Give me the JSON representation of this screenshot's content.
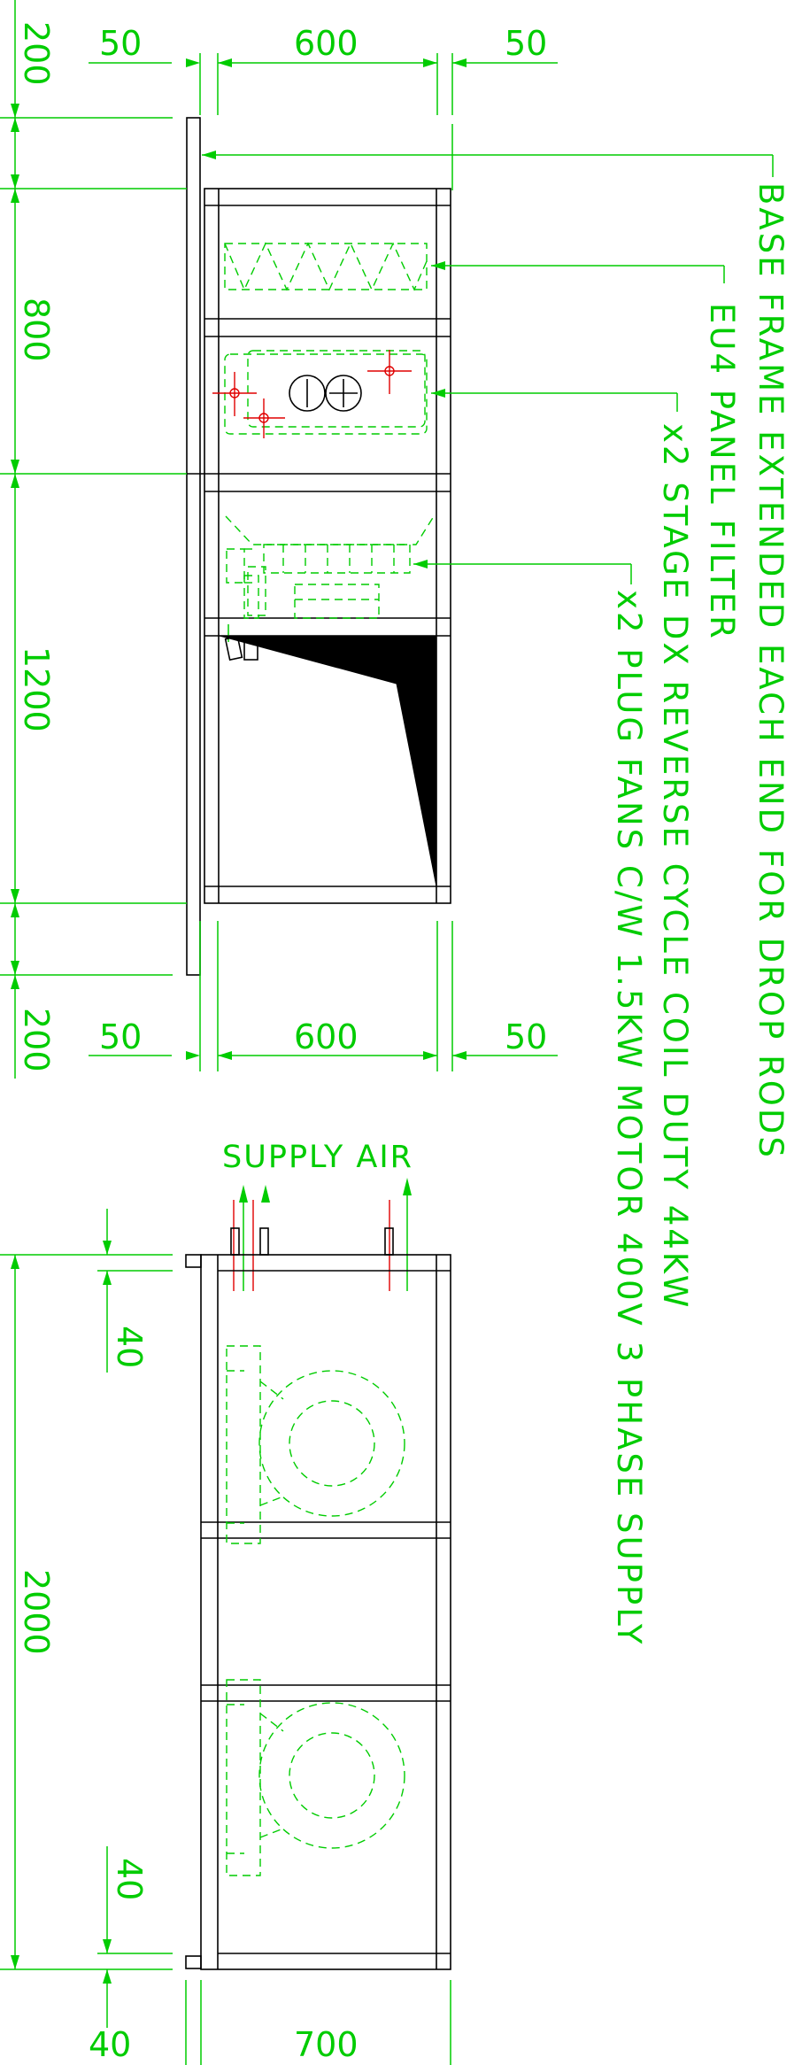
{
  "dims": {
    "top_50_left": "50",
    "top_600": "600",
    "top_50_right": "50",
    "left_200_top": "200",
    "left_800": "800",
    "left_1200": "1200",
    "left_200_bottom": "200",
    "mid_50_left": "50",
    "mid_600": "600",
    "mid_50_right": "50",
    "elev_40_top": "40",
    "elev_2000": "2000",
    "elev_40_bottom": "40",
    "bottom_40": "40",
    "bottom_700": "700"
  },
  "labels": {
    "base_frame": "BASE FRAME EXTENDED EACH END FOR DROP RODS",
    "panel_filter": "EU4 PANEL FILTER",
    "dx_coil": "x2 STAGE DX REVERSE CYCLE COIL DUTY 44KW",
    "plug_fans": "x2 PLUG FANS C/W 1.5KW MOTOR 400V 3 PHASE SUPPLY",
    "supply_air": "SUPPLY AIR"
  },
  "colors": {
    "dimension": "#00cc00",
    "outline": "#000000",
    "pipework": "#e00000"
  }
}
